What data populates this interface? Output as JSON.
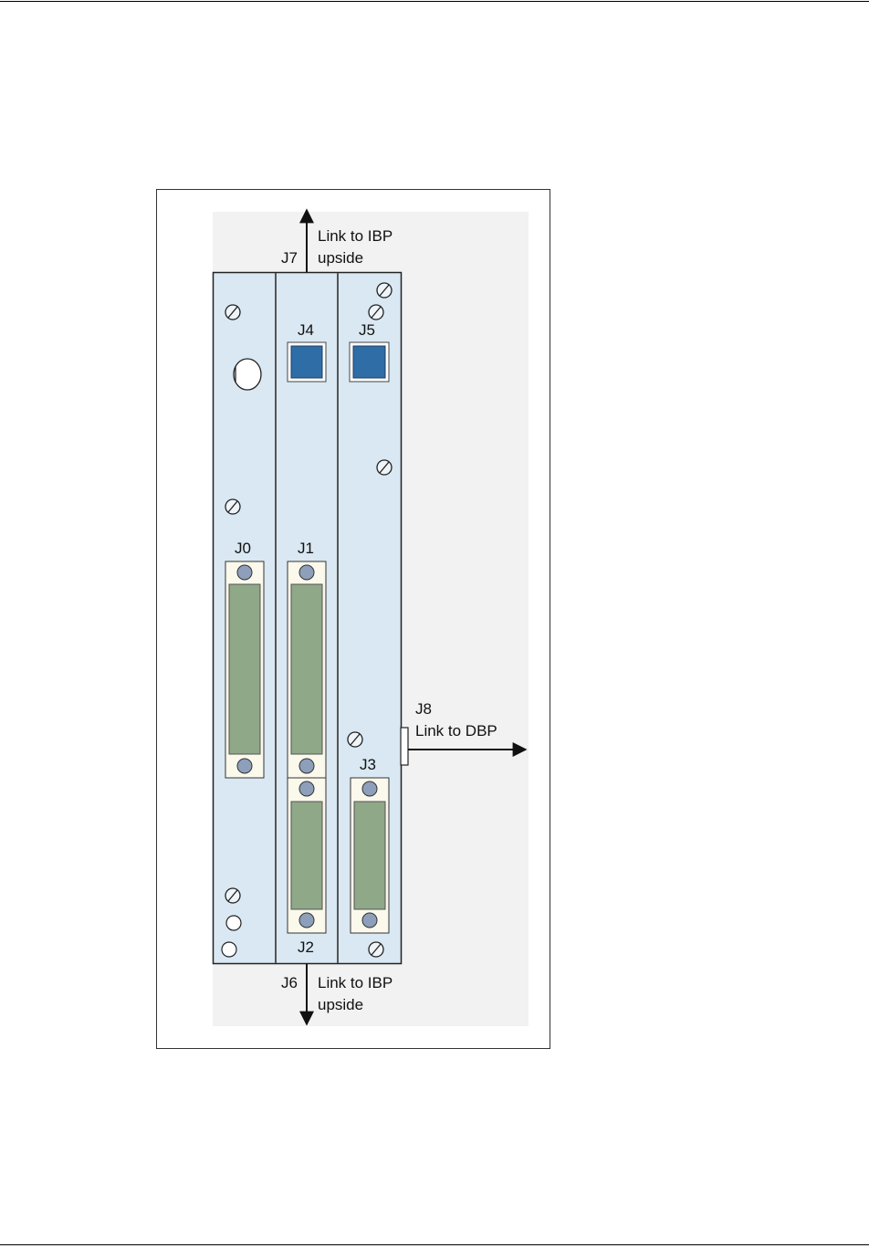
{
  "diagram": {
    "colors": {
      "panel": "#d9e8f2",
      "panel_border": "#222222",
      "divider": "#555555",
      "square_connector": "#2f6da6",
      "dshell_body": "#8fa888",
      "dshell_frame": "#fbf8ec",
      "dshell_screw": "#8d9fba",
      "background_area": "#f2f2f2"
    },
    "labels": {
      "j0": "J0",
      "j1": "J1",
      "j2": "J2",
      "j3": "J3",
      "j4": "J4",
      "j5": "J5",
      "j6": "J6",
      "j7": "J7",
      "j8": "J8",
      "top_link": [
        "Link to IBP",
        "upside"
      ],
      "bottom_link": [
        "Link to IBP",
        "upside"
      ],
      "right_link": "Link to DBP"
    },
    "icons": [
      "screw-icon",
      "arrow-up-icon",
      "arrow-down-icon",
      "arrow-right-icon"
    ]
  }
}
